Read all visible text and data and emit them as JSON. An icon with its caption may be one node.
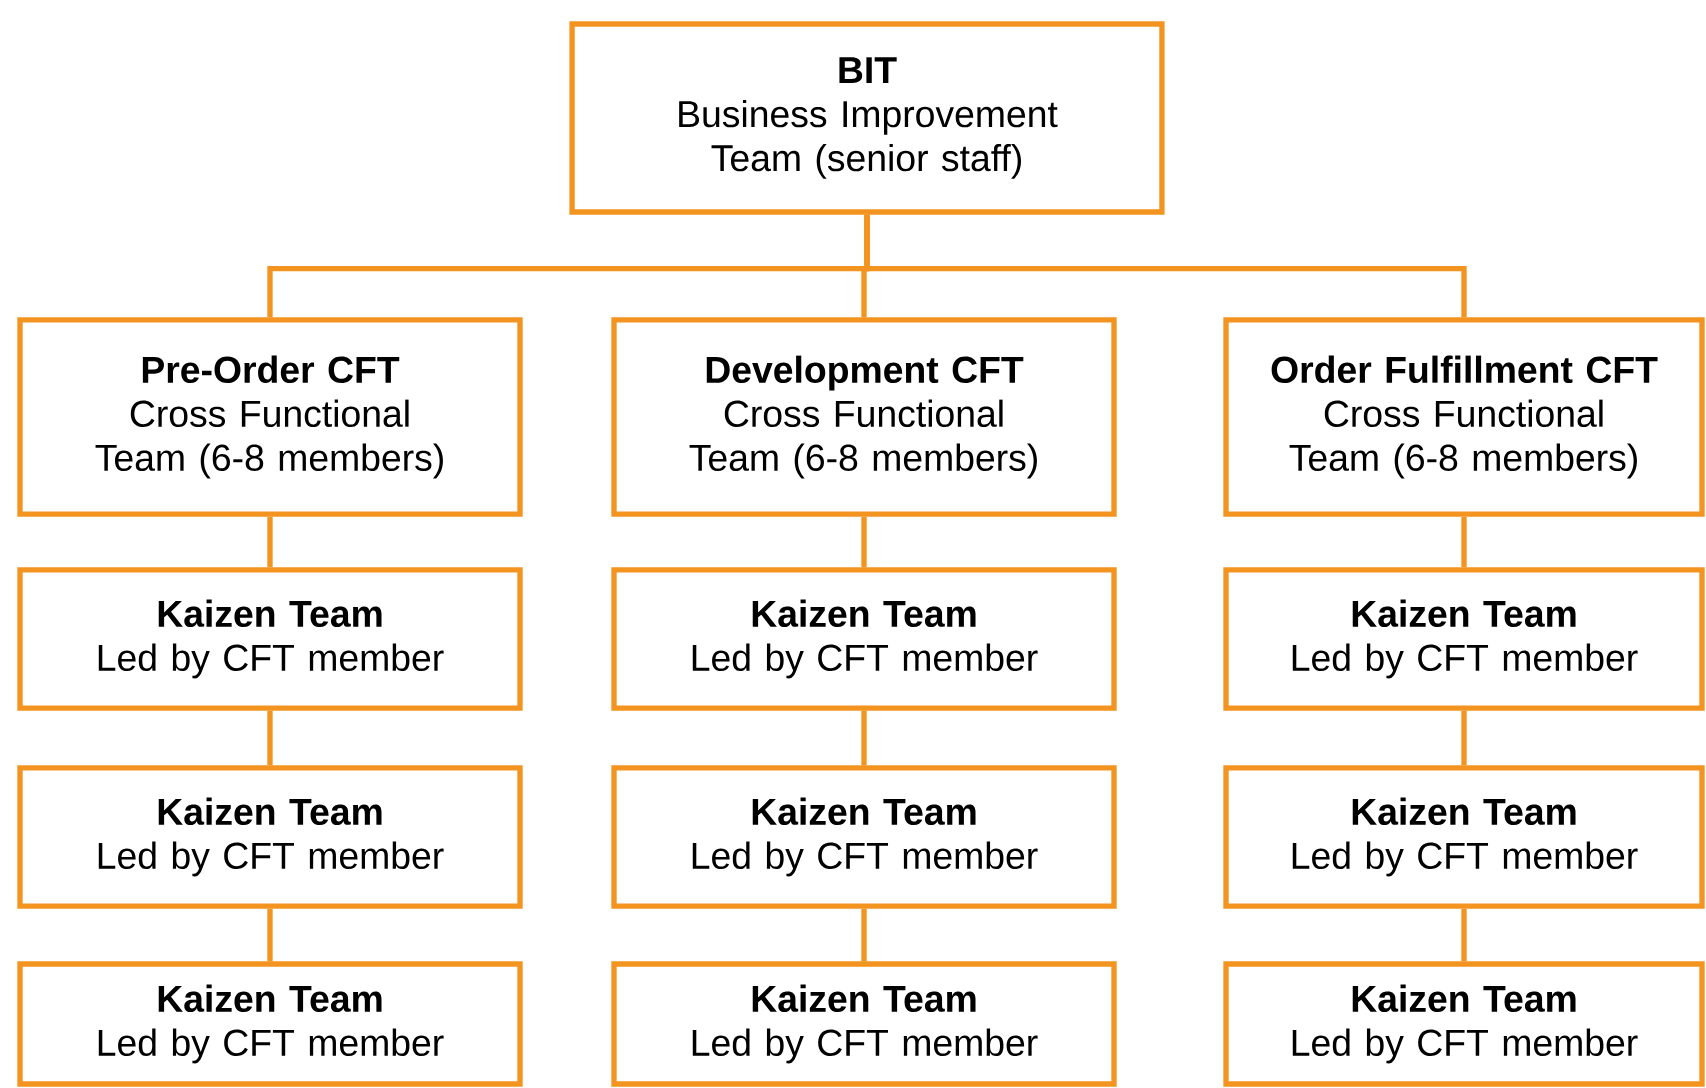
{
  "diagram": {
    "nodes": [
      {
        "text": [
          "BIT",
          "Business Improvement Team (senior staff)"
        ]
      },
      {
        "text": [
          "Pre-Order CFT",
          "Cross Functional Team (6-8 members)"
        ]
      },
      {
        "text": [
          "Development CFT",
          "Cross Functional Team (6-8 members)"
        ]
      },
      {
        "text": [
          "Order Fulfillment CFT",
          "Cross Functional Team (6-8 members)"
        ]
      },
      {
        "text": [
          "Kaizen Team",
          "Led by CFT member"
        ]
      },
      {
        "text": [
          "Kaizen Team",
          "Led by CFT member"
        ]
      },
      {
        "text": [
          "Kaizen Team",
          "Led by CFT member"
        ]
      },
      {
        "text": [
          "Kaizen Team",
          "Led by CFT member"
        ]
      },
      {
        "text": [
          "Kaizen Team",
          "Led by CFT member"
        ]
      },
      {
        "text": [
          "Kaizen Team",
          "Led by CFT member"
        ]
      },
      {
        "text": [
          "Kaizen Team",
          "Led by CFT member"
        ]
      },
      {
        "text": [
          "Kaizen Team",
          "Led by CFT member"
        ]
      },
      {
        "text": [
          "Kaizen Team",
          "Led by CFT member"
        ]
      }
    ],
    "edges": [
      {
        "from": 0,
        "to": 1,
        "arrow": "none"
      },
      {
        "from": 0,
        "to": 2,
        "arrow": "none"
      },
      {
        "from": 0,
        "to": 3,
        "arrow": "none"
      },
      {
        "from": 1,
        "to": 4,
        "arrow": "none"
      },
      {
        "from": 2,
        "to": 5,
        "arrow": "none"
      },
      {
        "from": 3,
        "to": 6,
        "arrow": "none"
      },
      {
        "from": 4,
        "to": 7,
        "arrow": "none"
      },
      {
        "from": 5,
        "to": 8,
        "arrow": "none"
      },
      {
        "from": 6,
        "to": 9,
        "arrow": "none"
      },
      {
        "from": 7,
        "to": 10,
        "arrow": "none"
      },
      {
        "from": 8,
        "to": 11,
        "arrow": "none"
      },
      {
        "from": 9,
        "to": 12,
        "arrow": "none"
      }
    ]
  }
}
